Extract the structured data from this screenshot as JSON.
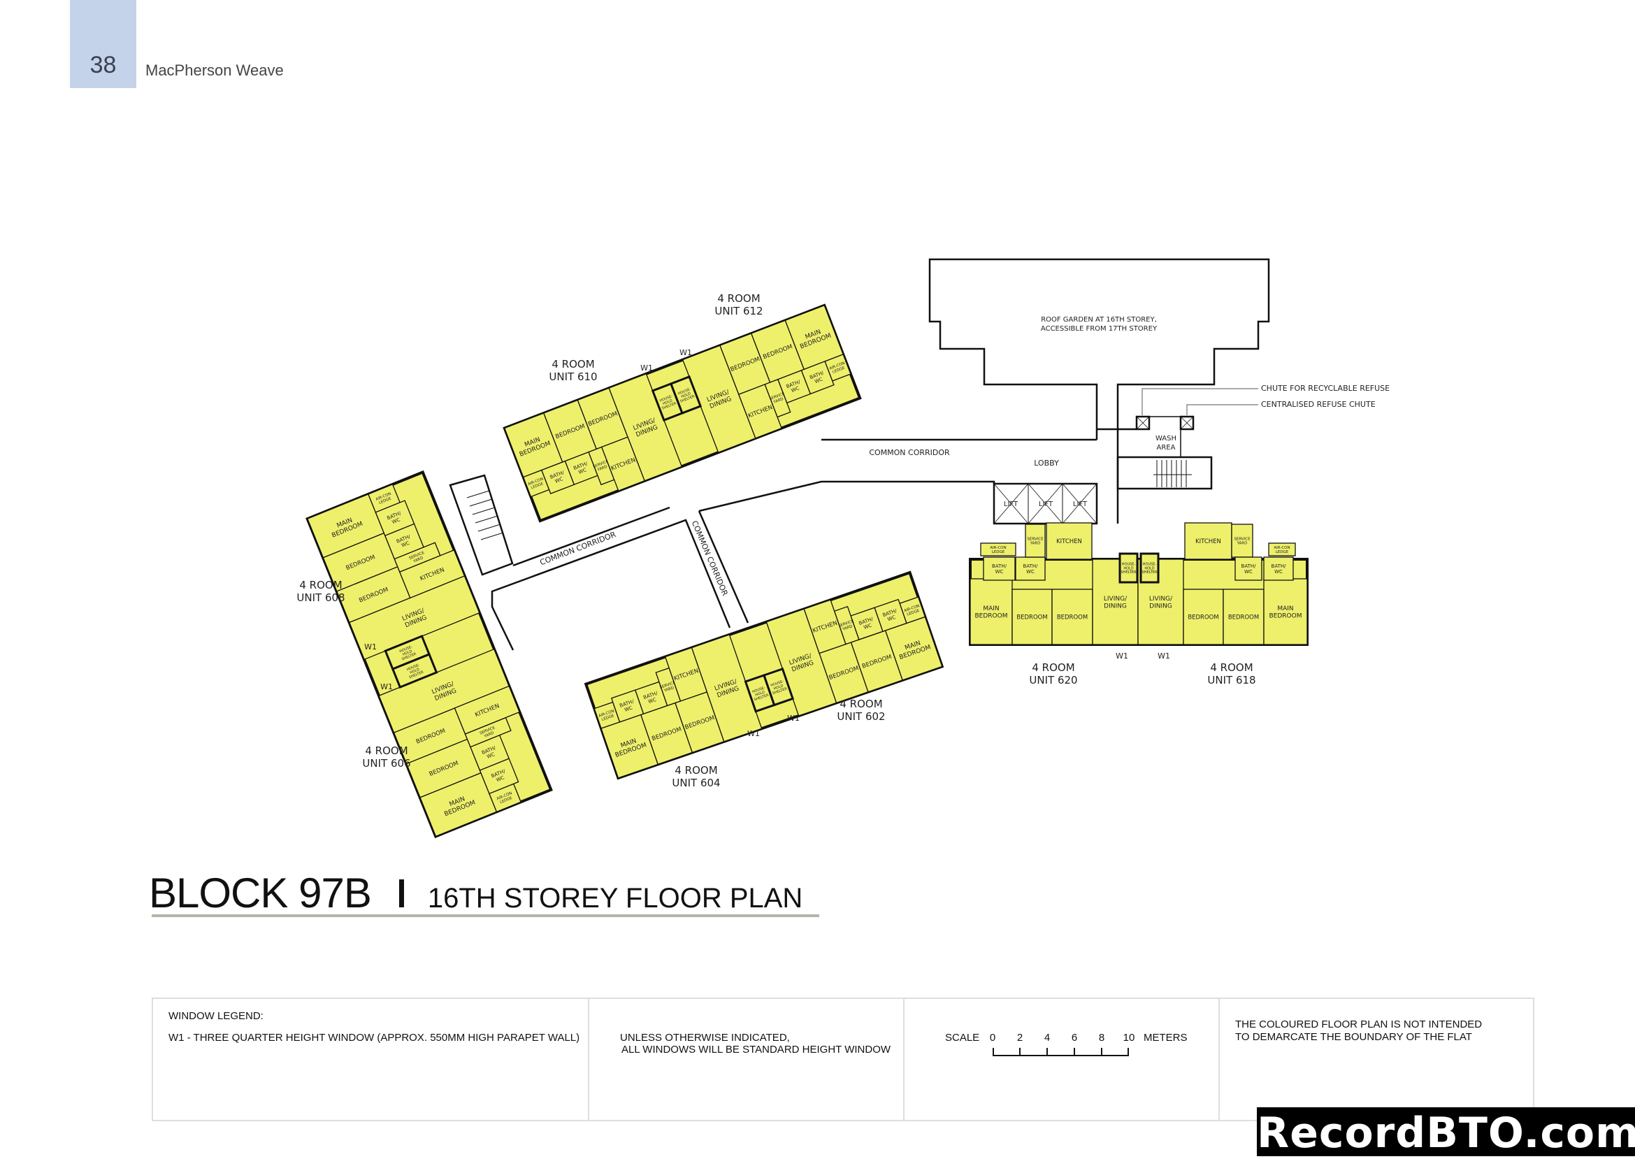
{
  "header": {
    "page_number": "38",
    "document_title": "MacPherson Weave"
  },
  "title": {
    "block": "BLOCK 97B",
    "separator": "I",
    "floor_plan": "16TH STOREY FLOOR PLAN"
  },
  "plan": {
    "roof_garden": [
      "ROOF GARDEN AT 16TH STOREY,",
      "ACCESSIBLE FROM 17TH STOREY"
    ],
    "chute_recyclable": "CHUTE FOR RECYCLABLE REFUSE",
    "chute_centralised": "CENTRALISED REFUSE CHUTE",
    "wash_area": [
      "WASH",
      "AREA"
    ],
    "lobby": "LOBBY",
    "lift": "LIFT",
    "common_corridor": "COMMON CORRIDOR",
    "window_mark": "W1",
    "units": [
      {
        "type": "4 ROOM",
        "unit": "UNIT 612"
      },
      {
        "type": "4 ROOM",
        "unit": "UNIT 610"
      },
      {
        "type": "4 ROOM",
        "unit": "UNIT 608"
      },
      {
        "type": "4 ROOM",
        "unit": "UNIT 606"
      },
      {
        "type": "4 ROOM",
        "unit": "UNIT 604"
      },
      {
        "type": "4 ROOM",
        "unit": "UNIT 602"
      },
      {
        "type": "4 ROOM",
        "unit": "UNIT 620"
      },
      {
        "type": "4 ROOM",
        "unit": "UNIT 618"
      }
    ],
    "rooms": {
      "main_bedroom": [
        "MAIN",
        "BEDROOM"
      ],
      "bedroom": [
        "BEDROOM"
      ],
      "living_dining": [
        "LIVING/",
        "DINING"
      ],
      "bath_wc": [
        "BATH/",
        "WC"
      ],
      "kitchen": [
        "KITCHEN"
      ],
      "service_yard": [
        "SERVICE",
        "YARD"
      ],
      "household_shelter": [
        "HOUSE-",
        "HOLD",
        "SHELTER"
      ],
      "aircon_ledge": [
        "AIR-CON",
        "LEDGE"
      ]
    },
    "colors": {
      "unit_fill": "#eef06b",
      "wall": "#111111"
    }
  },
  "legend": {
    "window_legend_title": "WINDOW LEGEND:",
    "window_legend_w1": "W1 -  THREE QUARTER HEIGHT WINDOW (APPROX. 550MM HIGH PARAPET WALL)",
    "note_line1": "UNLESS OTHERWISE INDICATED,",
    "note_line2": "ALL WINDOWS WILL BE STANDARD HEIGHT WINDOW",
    "scale_label": "SCALE",
    "scale_ticks": [
      "0",
      "2",
      "4",
      "6",
      "8",
      "10"
    ],
    "scale_unit": "METERS",
    "disclaimer_line1": "THE COLOURED FLOOR PLAN IS NOT INTENDED",
    "disclaimer_line2": "TO DEMARCATE THE BOUNDARY OF THE FLAT"
  },
  "watermark": "RecordBTO.com"
}
